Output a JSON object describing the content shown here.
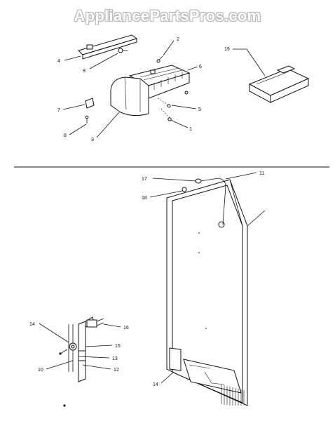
{
  "watermark": "AppliancePartsPros.com",
  "callouts": {
    "c1": "1",
    "c2": "2",
    "c3": "3",
    "c4": "4",
    "c5": "5",
    "c6": "6",
    "c7": "7",
    "c8": "8",
    "c9": "9",
    "c10": "10",
    "c11": "11",
    "c12": "12",
    "c13": "13",
    "c14a": "14",
    "c14b": "14",
    "c15": "15",
    "c16": "16",
    "c17": "17",
    "c18": "18",
    "c19": "19"
  },
  "colors": {
    "line": "#111111",
    "watermark_outline": "#b8b8b8",
    "background": "#ffffff"
  }
}
